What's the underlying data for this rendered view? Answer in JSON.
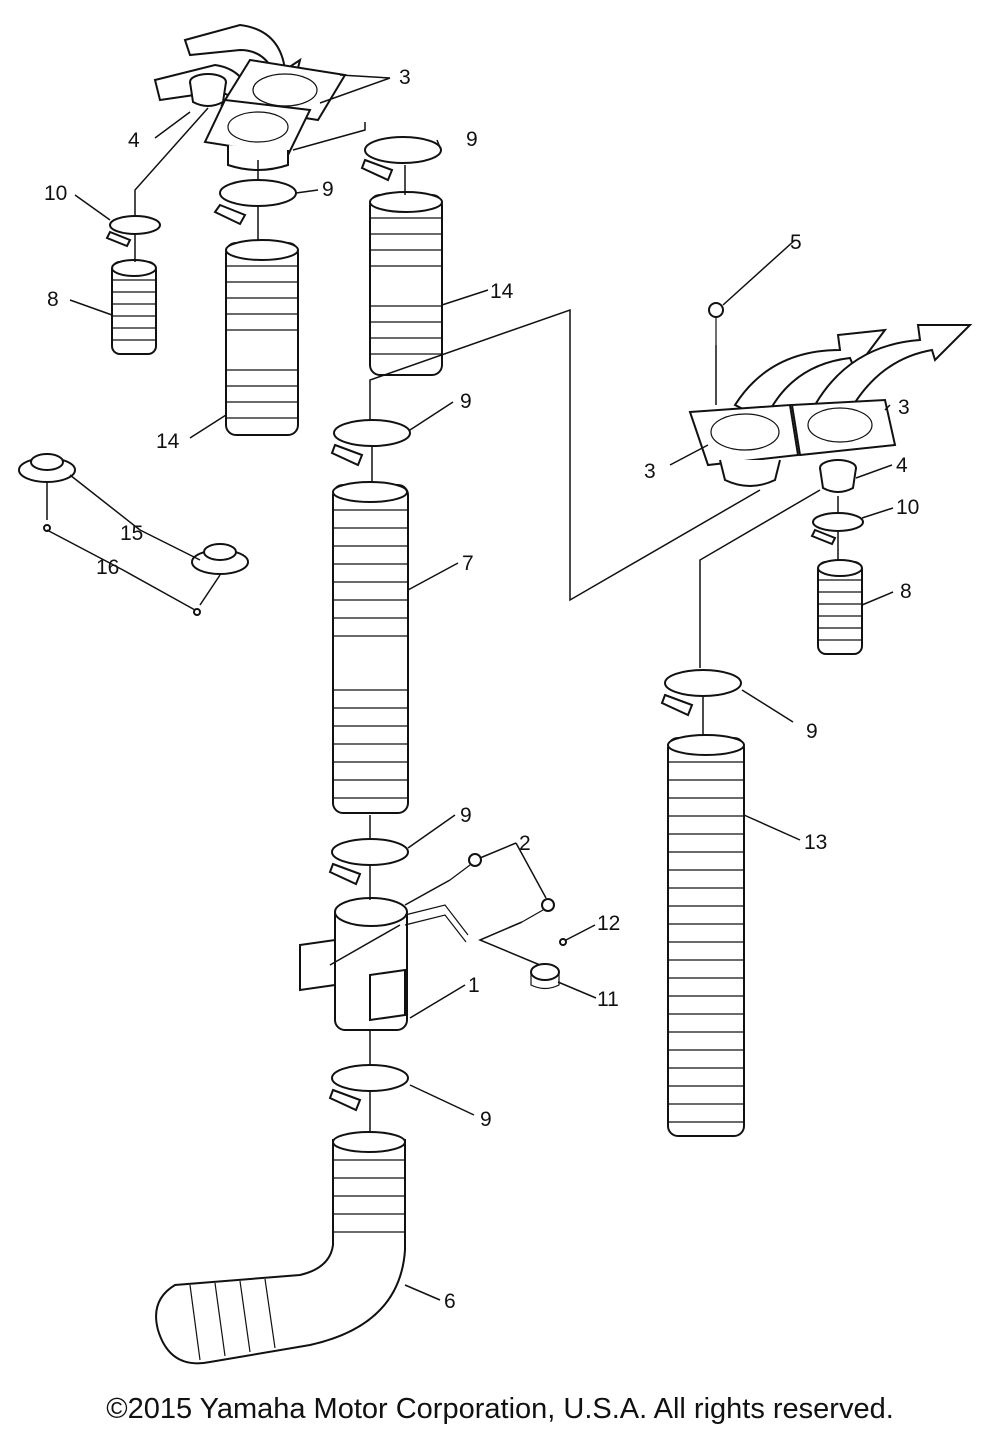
{
  "callouts": [
    {
      "label": "3"
    },
    {
      "label": "4"
    },
    {
      "label": "9"
    },
    {
      "label": "9"
    },
    {
      "label": "10"
    },
    {
      "label": "8"
    },
    {
      "label": "14"
    },
    {
      "label": "14"
    },
    {
      "label": "5"
    },
    {
      "label": "9"
    },
    {
      "label": "3"
    },
    {
      "label": "3"
    },
    {
      "label": "4"
    },
    {
      "label": "15"
    },
    {
      "label": "10"
    },
    {
      "label": "16"
    },
    {
      "label": "7"
    },
    {
      "label": "8"
    },
    {
      "label": "9"
    },
    {
      "label": "13"
    },
    {
      "label": "9"
    },
    {
      "label": "2"
    },
    {
      "label": "12"
    },
    {
      "label": "1"
    },
    {
      "label": "11"
    },
    {
      "label": "9"
    },
    {
      "label": "6"
    }
  ],
  "copyright": "©2015 Yamaha Motor Corporation, U.S.A. All rights reserved."
}
